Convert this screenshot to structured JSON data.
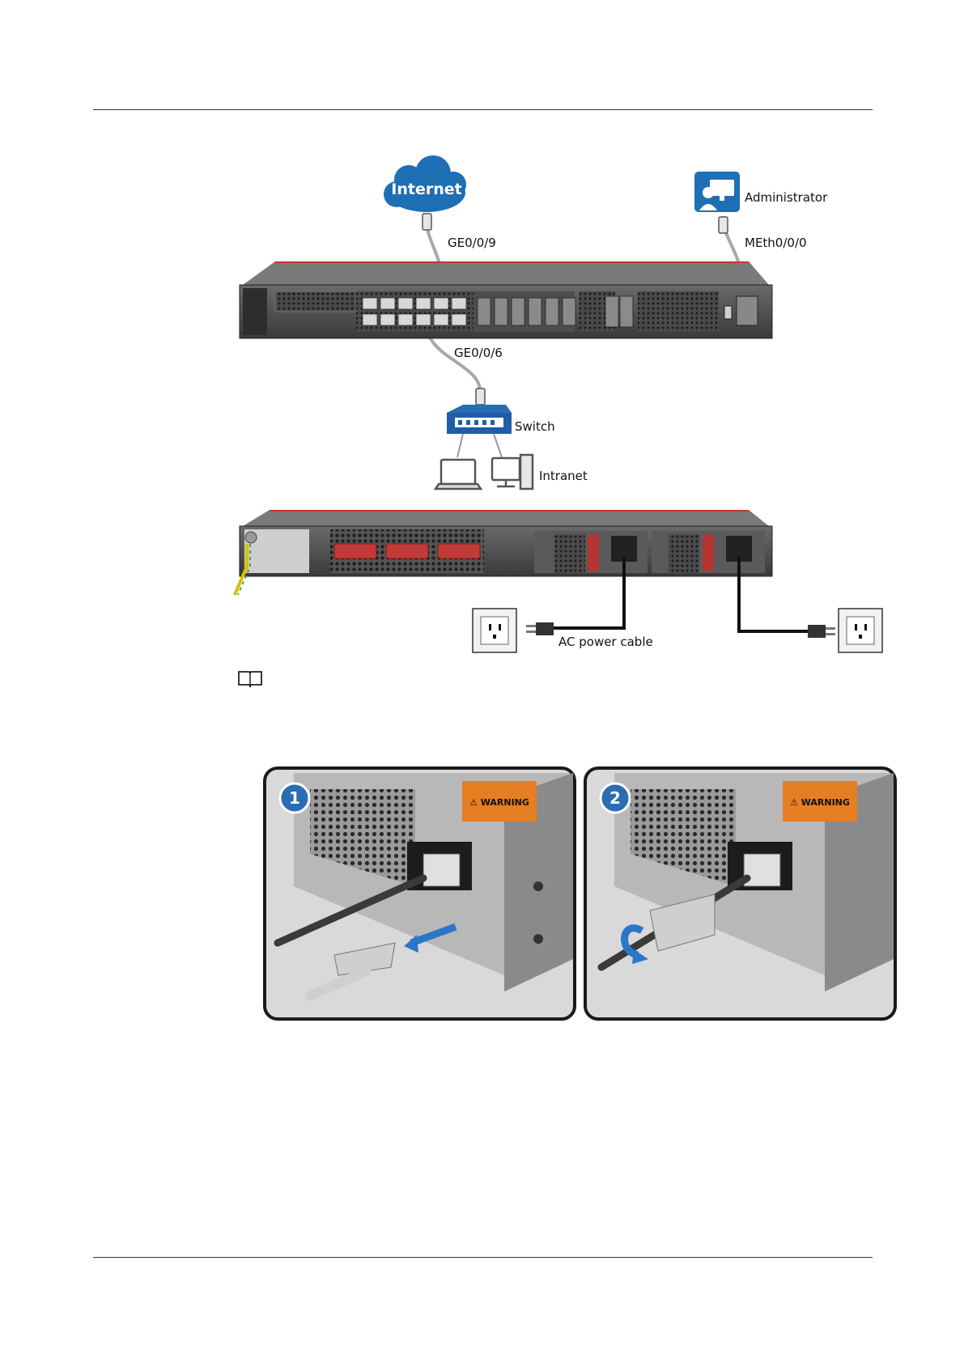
{
  "network": {
    "internet": "Internet",
    "administrator": "Administrator",
    "port_internet": "GE0/0/9",
    "port_admin": "MEth0/0/0",
    "port_intranet": "GE0/0/6",
    "switch": "Switch",
    "intranet": "Intranet"
  },
  "power": {
    "cable": "AC power cable"
  },
  "steps": {
    "step1": "1",
    "step2": "2",
    "warning": "⚠ WARNING"
  }
}
